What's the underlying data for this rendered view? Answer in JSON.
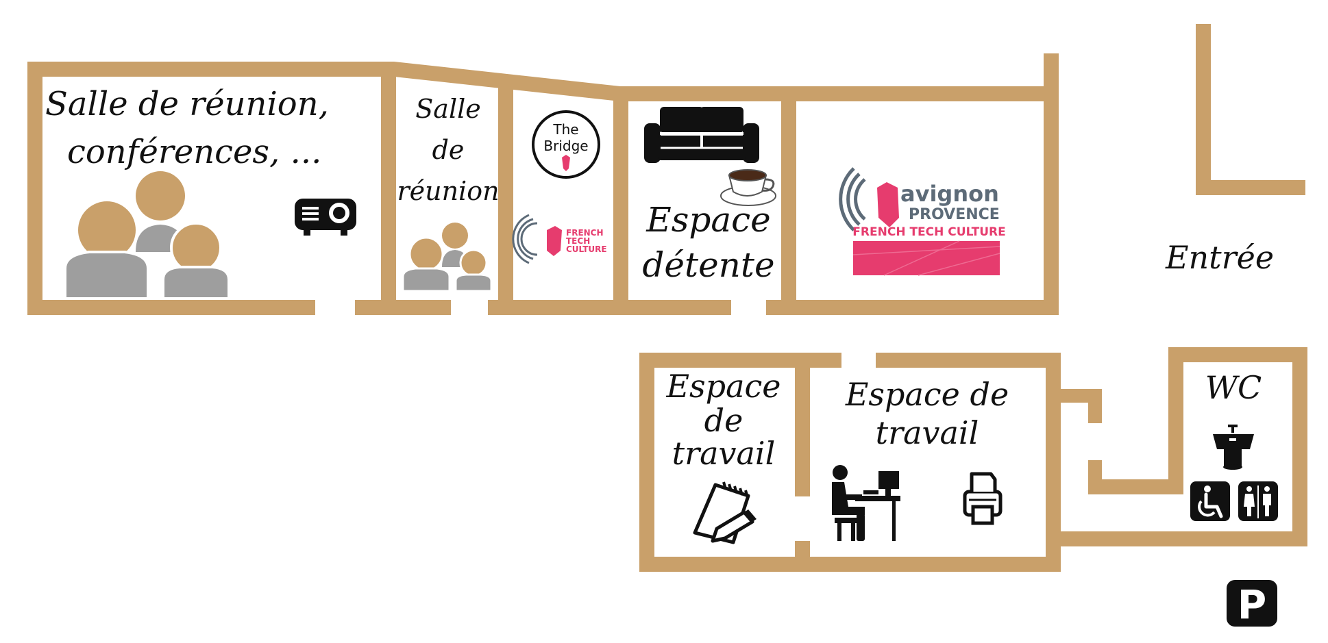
{
  "colors": {
    "wall": "#c9a06a",
    "person_head": "#c9a06a",
    "person_body": "#9e9e9e",
    "brand_pink": "#e63c6e",
    "brand_gray": "#5d6b78",
    "icon": "#111111"
  },
  "rooms": {
    "conference": {
      "line1": "Salle de réunion,",
      "line2": "conférences, ..."
    },
    "meeting": {
      "line1": "Salle",
      "line2": "de",
      "line3": "réunion"
    },
    "bridge": {
      "logo_line1": "The",
      "logo_line2": "Bridge"
    },
    "relax": {
      "line1": "Espace",
      "line2": "détente"
    },
    "workspace_small": {
      "line1": "Espace",
      "line2": "de",
      "line3": "travail"
    },
    "workspace_large": {
      "line1": "Espace de",
      "line2": "travail"
    },
    "wc": {
      "label": "WC"
    },
    "entrance": {
      "label": "Entrée"
    }
  },
  "logos": {
    "french_tech_small": {
      "line1": "FRENCH",
      "line2": "TECH",
      "line3": "CULTURE"
    },
    "avignon": {
      "line1": "avignon",
      "line2": "PROVENCE",
      "line3": "FRENCH TECH CULTURE"
    }
  },
  "icons": {
    "people": "people-icon",
    "projector": "projector-icon",
    "sofa": "sofa-icon",
    "coffee": "coffee-cup-icon",
    "notepad": "notepad-pencil-icon",
    "desk_worker": "desk-worker-icon",
    "printer": "printer-icon",
    "sink": "sink-icon",
    "wheelchair": "wheelchair-icon",
    "restroom": "restroom-icon",
    "parking": "parking-icon"
  },
  "parking": {
    "letter": "P"
  }
}
